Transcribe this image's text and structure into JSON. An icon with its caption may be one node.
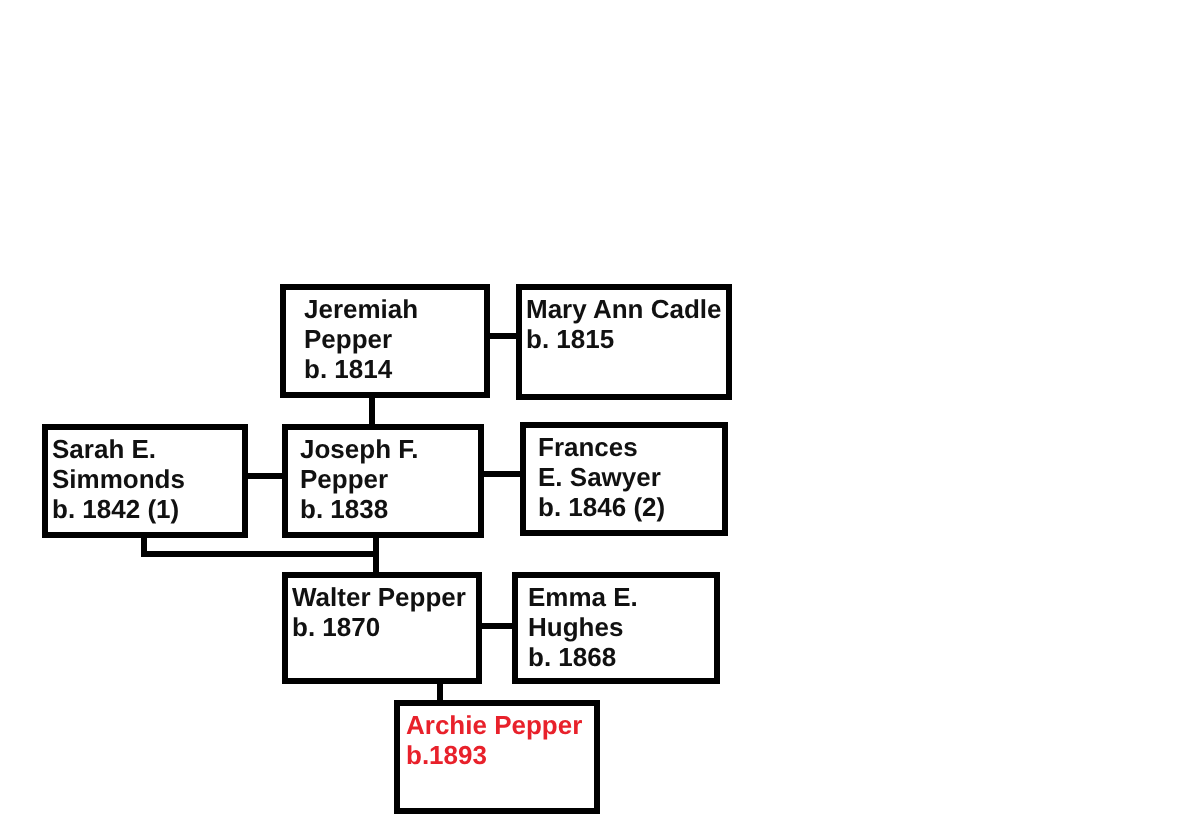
{
  "diagram": {
    "nodes": [
      {
        "text": [
          "Jeremiah Pepper",
          "b. 1814"
        ]
      },
      {
        "text": [
          "Mary Ann Cadle",
          "b. 1815"
        ]
      },
      {
        "text": [
          "Sarah E. Simmonds",
          "b. 1842 (1)"
        ]
      },
      {
        "text": [
          "Joseph F. Pepper",
          "b. 1838"
        ]
      },
      {
        "text": [
          "Frances E. Sawyer",
          "b. 1846 (2)"
        ]
      },
      {
        "text": [
          "Walter Pepper",
          "b. 1870"
        ]
      },
      {
        "text": [
          "Emma E. Hughes",
          "b. 1868"
        ]
      },
      {
        "text": [
          "Archie Pepper",
          "b.1893"
        ]
      }
    ],
    "edges": [
      {
        "from": 0,
        "to": 1,
        "arrow": "none"
      },
      {
        "from": 0,
        "to": 3,
        "arrow": "none"
      },
      {
        "from": 2,
        "to": 3,
        "arrow": "none"
      },
      {
        "from": 3,
        "to": 4,
        "arrow": "none"
      },
      {
        "from": 2,
        "to": 5,
        "arrow": "none"
      },
      {
        "from": 3,
        "to": 5,
        "arrow": "none"
      },
      {
        "from": 5,
        "to": 6,
        "arrow": "none"
      },
      {
        "from": 5,
        "to": 7,
        "arrow": "none"
      }
    ]
  }
}
